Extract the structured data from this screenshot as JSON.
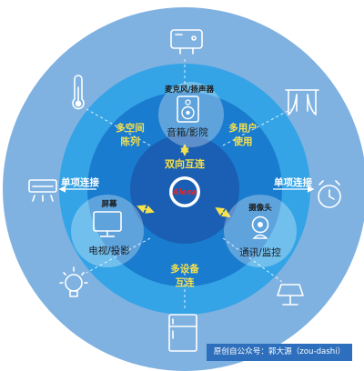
{
  "center": {
    "brand": "Alexa",
    "link_label": "双向互连"
  },
  "nodes": {
    "speaker": {
      "title": "麦克风/扬声器",
      "label": "音箱/影院",
      "icon": "speaker-icon"
    },
    "screen": {
      "title": "屏幕",
      "label": "电视/投影",
      "icon": "monitor-icon"
    },
    "camera": {
      "title": "摄像头",
      "label": "通讯/监控",
      "icon": "webcam-icon"
    }
  },
  "ring_labels": {
    "multi_space": [
      "多空间",
      "陈列"
    ],
    "multi_user": [
      "多用户",
      "使用"
    ],
    "multi_device": [
      "多设备",
      "互连"
    ]
  },
  "connections": {
    "left": "单项连接",
    "right": "单项连接"
  },
  "outer_icons": [
    "water-heater-icon",
    "thermometer-icon",
    "curtain-icon",
    "air-conditioner-icon",
    "alarm-clock-icon",
    "lightbulb-icon",
    "table-lamp-icon",
    "refrigerator-icon"
  ],
  "footer": {
    "credit": "原创自公众号：郭大源（zou-dashi）"
  },
  "colors": {
    "outer_ring": "#7fb2e1",
    "middle_ring": "#34a4e6",
    "inner_ring": "#1a7ccf",
    "core": "#1a5fb3",
    "label_yellow": "#f7e14a",
    "brand_red": "#e0282e",
    "footer_bg": "#2d6fbc"
  }
}
